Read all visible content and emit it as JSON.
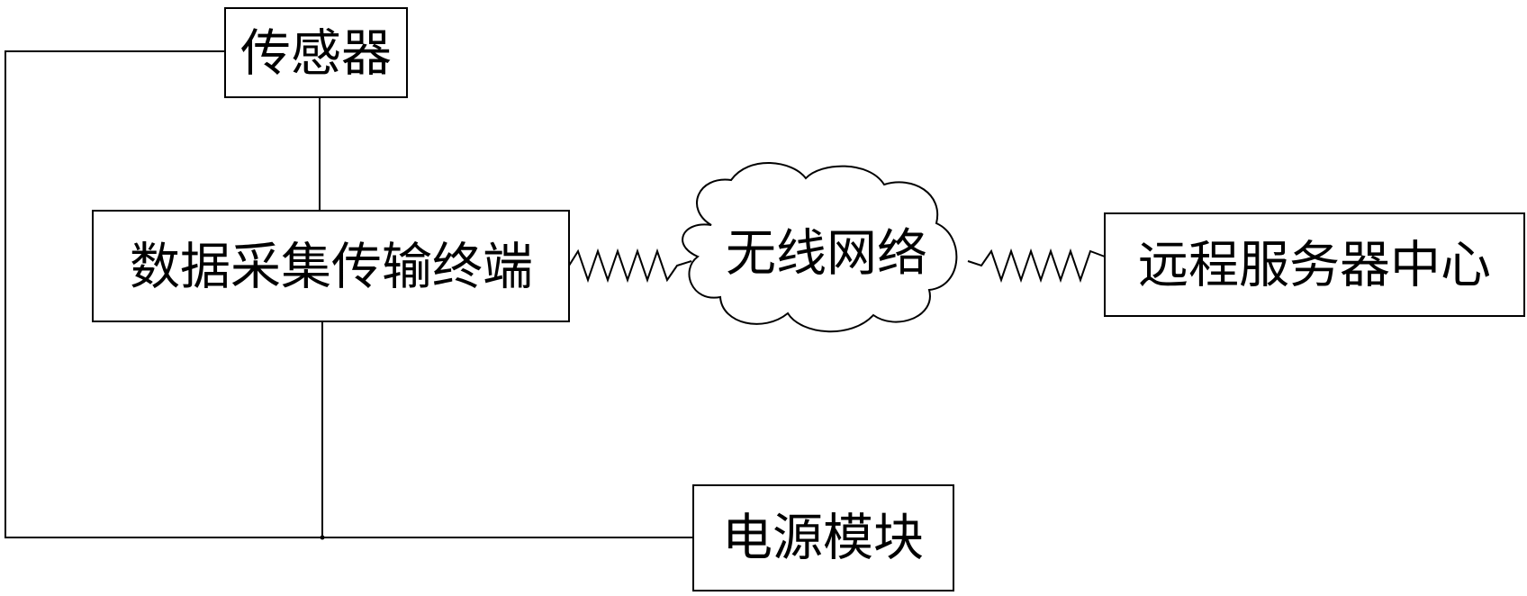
{
  "nodes": {
    "sensor": {
      "label": "传感器"
    },
    "terminal": {
      "label": "数据采集传输终端"
    },
    "network": {
      "label": "无线网络"
    },
    "server": {
      "label": "远程服务器中心"
    },
    "power": {
      "label": "电源模块"
    }
  },
  "connections": [
    {
      "from": "sensor",
      "to": "terminal",
      "type": "wire"
    },
    {
      "from": "power",
      "to": "sensor",
      "type": "wire"
    },
    {
      "from": "power",
      "to": "terminal",
      "type": "wire"
    },
    {
      "from": "terminal",
      "to": "network",
      "type": "wireless"
    },
    {
      "from": "network",
      "to": "server",
      "type": "wireless"
    }
  ]
}
